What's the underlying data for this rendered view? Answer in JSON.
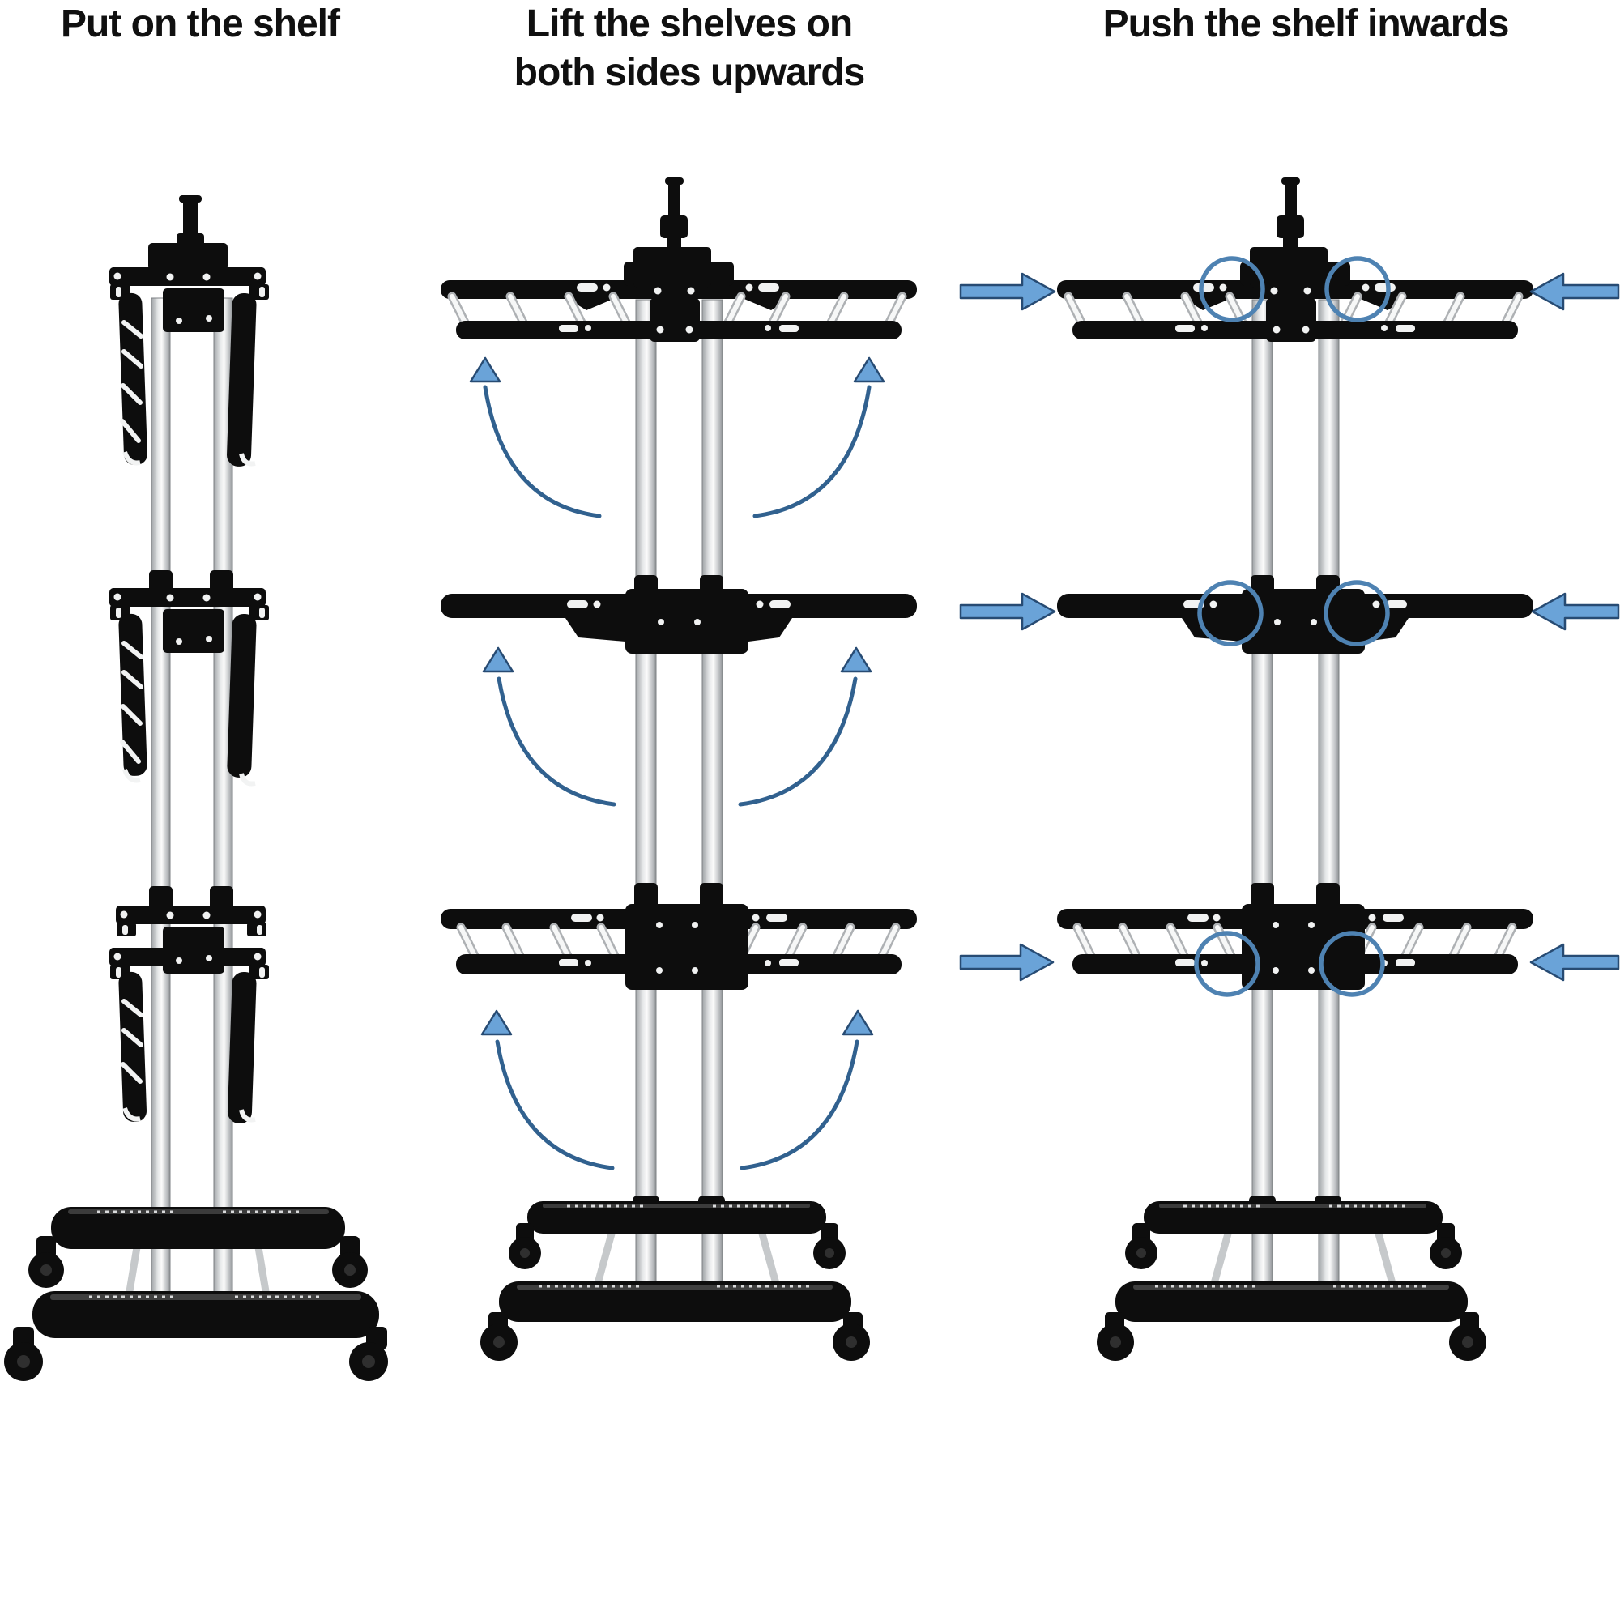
{
  "page": {
    "title": "Clothes drying rack folding instructions",
    "background": "#ffffff"
  },
  "palette": {
    "frame_black": "#0d0d0d",
    "pole_silver": "#d6d8da",
    "rod_white": "#f2f3f3",
    "arrow_fill": "#6aa3d8",
    "arrow_outline": "#274b73",
    "curve_stroke": "#31618f",
    "highlight_circle": "#4e82b2",
    "text": "#101010"
  },
  "steps": [
    {
      "index": 1,
      "caption": "Put on the shelf",
      "state": "shelves folded down",
      "annotations": []
    },
    {
      "index": 2,
      "caption": "Lift the shelves on both sides upwards",
      "caption_line1": "Lift the shelves on",
      "caption_line2": "both sides upwards",
      "state": "shelves opened",
      "annotations": [
        "curved-up-arrow-icon x6"
      ]
    },
    {
      "index": 3,
      "caption": "Push the shelf inwards",
      "state": "shelves locked",
      "annotations": [
        "inward-arrow-icon x6",
        "pivot-highlight-circle x6"
      ]
    }
  ]
}
